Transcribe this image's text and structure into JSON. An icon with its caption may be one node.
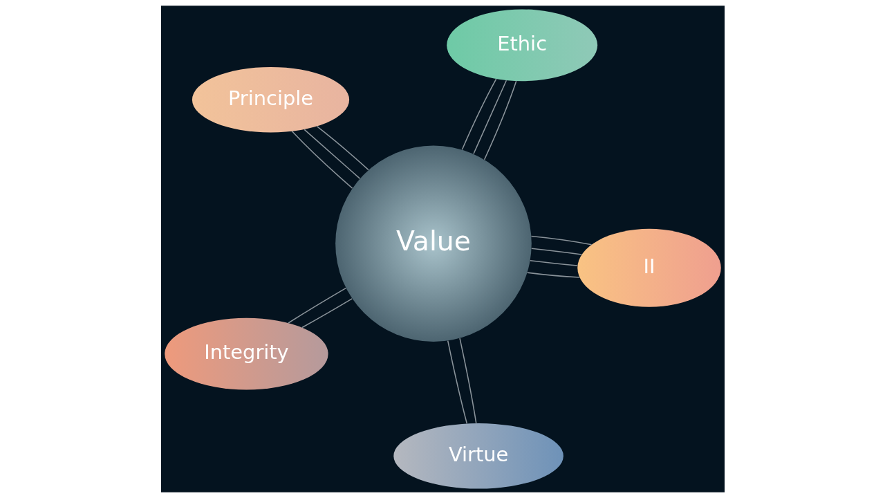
{
  "diagram": {
    "nodes": [
      {
        "text": [
          "Principle"
        ]
      },
      {
        "text": [
          "II"
        ]
      },
      {
        "text": [
          "Virtue"
        ]
      },
      {
        "text": [
          "Value"
        ]
      },
      {
        "text": [
          "Ethic"
        ]
      },
      {
        "text": [
          "Integrity"
        ]
      }
    ],
    "edges": [
      {
        "from": 0,
        "to": 3,
        "arrow": "none"
      },
      {
        "from": 0,
        "to": 3,
        "arrow": "none"
      },
      {
        "from": 0,
        "to": 3,
        "arrow": "none"
      },
      {
        "from": 1,
        "to": 3,
        "arrow": "none"
      },
      {
        "from": 1,
        "to": 3,
        "arrow": "none"
      },
      {
        "from": 1,
        "to": 3,
        "arrow": "none"
      },
      {
        "from": 1,
        "to": 3,
        "arrow": "none"
      },
      {
        "from": 2,
        "to": 3,
        "arrow": "none"
      },
      {
        "from": 2,
        "to": 3,
        "arrow": "none"
      },
      {
        "from": 4,
        "to": 3,
        "arrow": "none"
      },
      {
        "from": 4,
        "to": 3,
        "arrow": "none"
      },
      {
        "from": 4,
        "to": 3,
        "arrow": "none"
      },
      {
        "from": 5,
        "to": 3,
        "arrow": "none"
      },
      {
        "from": 5,
        "to": 3,
        "arrow": "none"
      }
    ]
  }
}
